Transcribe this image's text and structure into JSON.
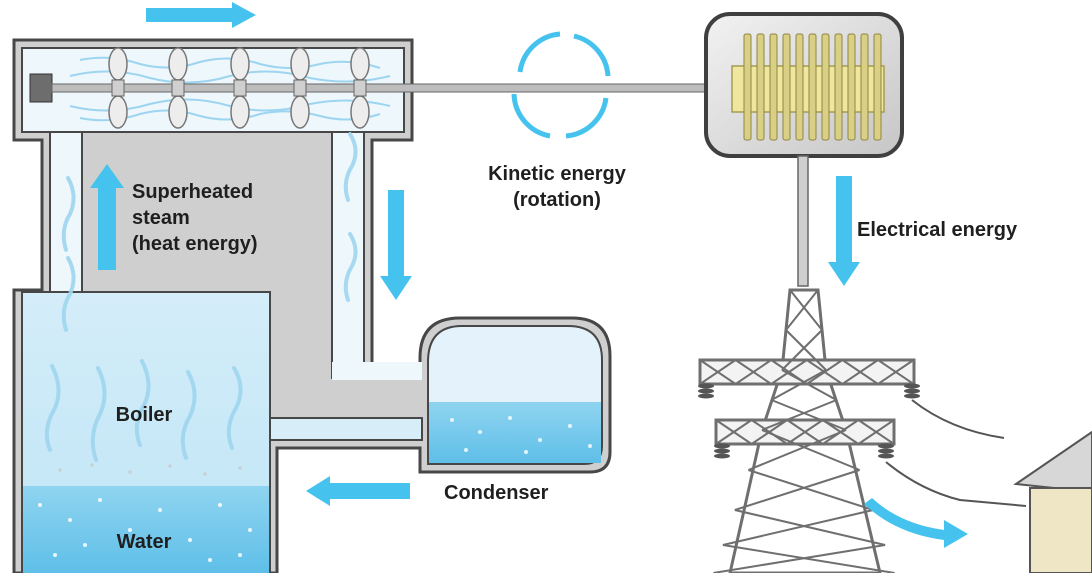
{
  "labels": {
    "steam_line1": "Superheated",
    "steam_line2": "steam",
    "steam_line3": "(heat energy)",
    "kinetic_line1": "Kinetic energy",
    "kinetic_line2": "(rotation)",
    "electrical": "Electrical energy",
    "boiler": "Boiler",
    "water": "Water",
    "condenser": "Condenser"
  },
  "colors": {
    "arrow": "#45c3ee",
    "water": "#79cdee",
    "water_light": "#bfe5f6",
    "steam": "#b4e0f3",
    "wall": "#4a4a4a",
    "wall_fill": "#d8d8d8",
    "generator_core": "#f2eba4",
    "tower": "#777777"
  },
  "icons": {
    "arrows": "flow-arrow",
    "rotation": "rotation-circle-icon",
    "turbine": "turbine-blade-icon",
    "generator": "generator-icon",
    "tower": "transmission-tower-icon",
    "house": "house-icon"
  }
}
